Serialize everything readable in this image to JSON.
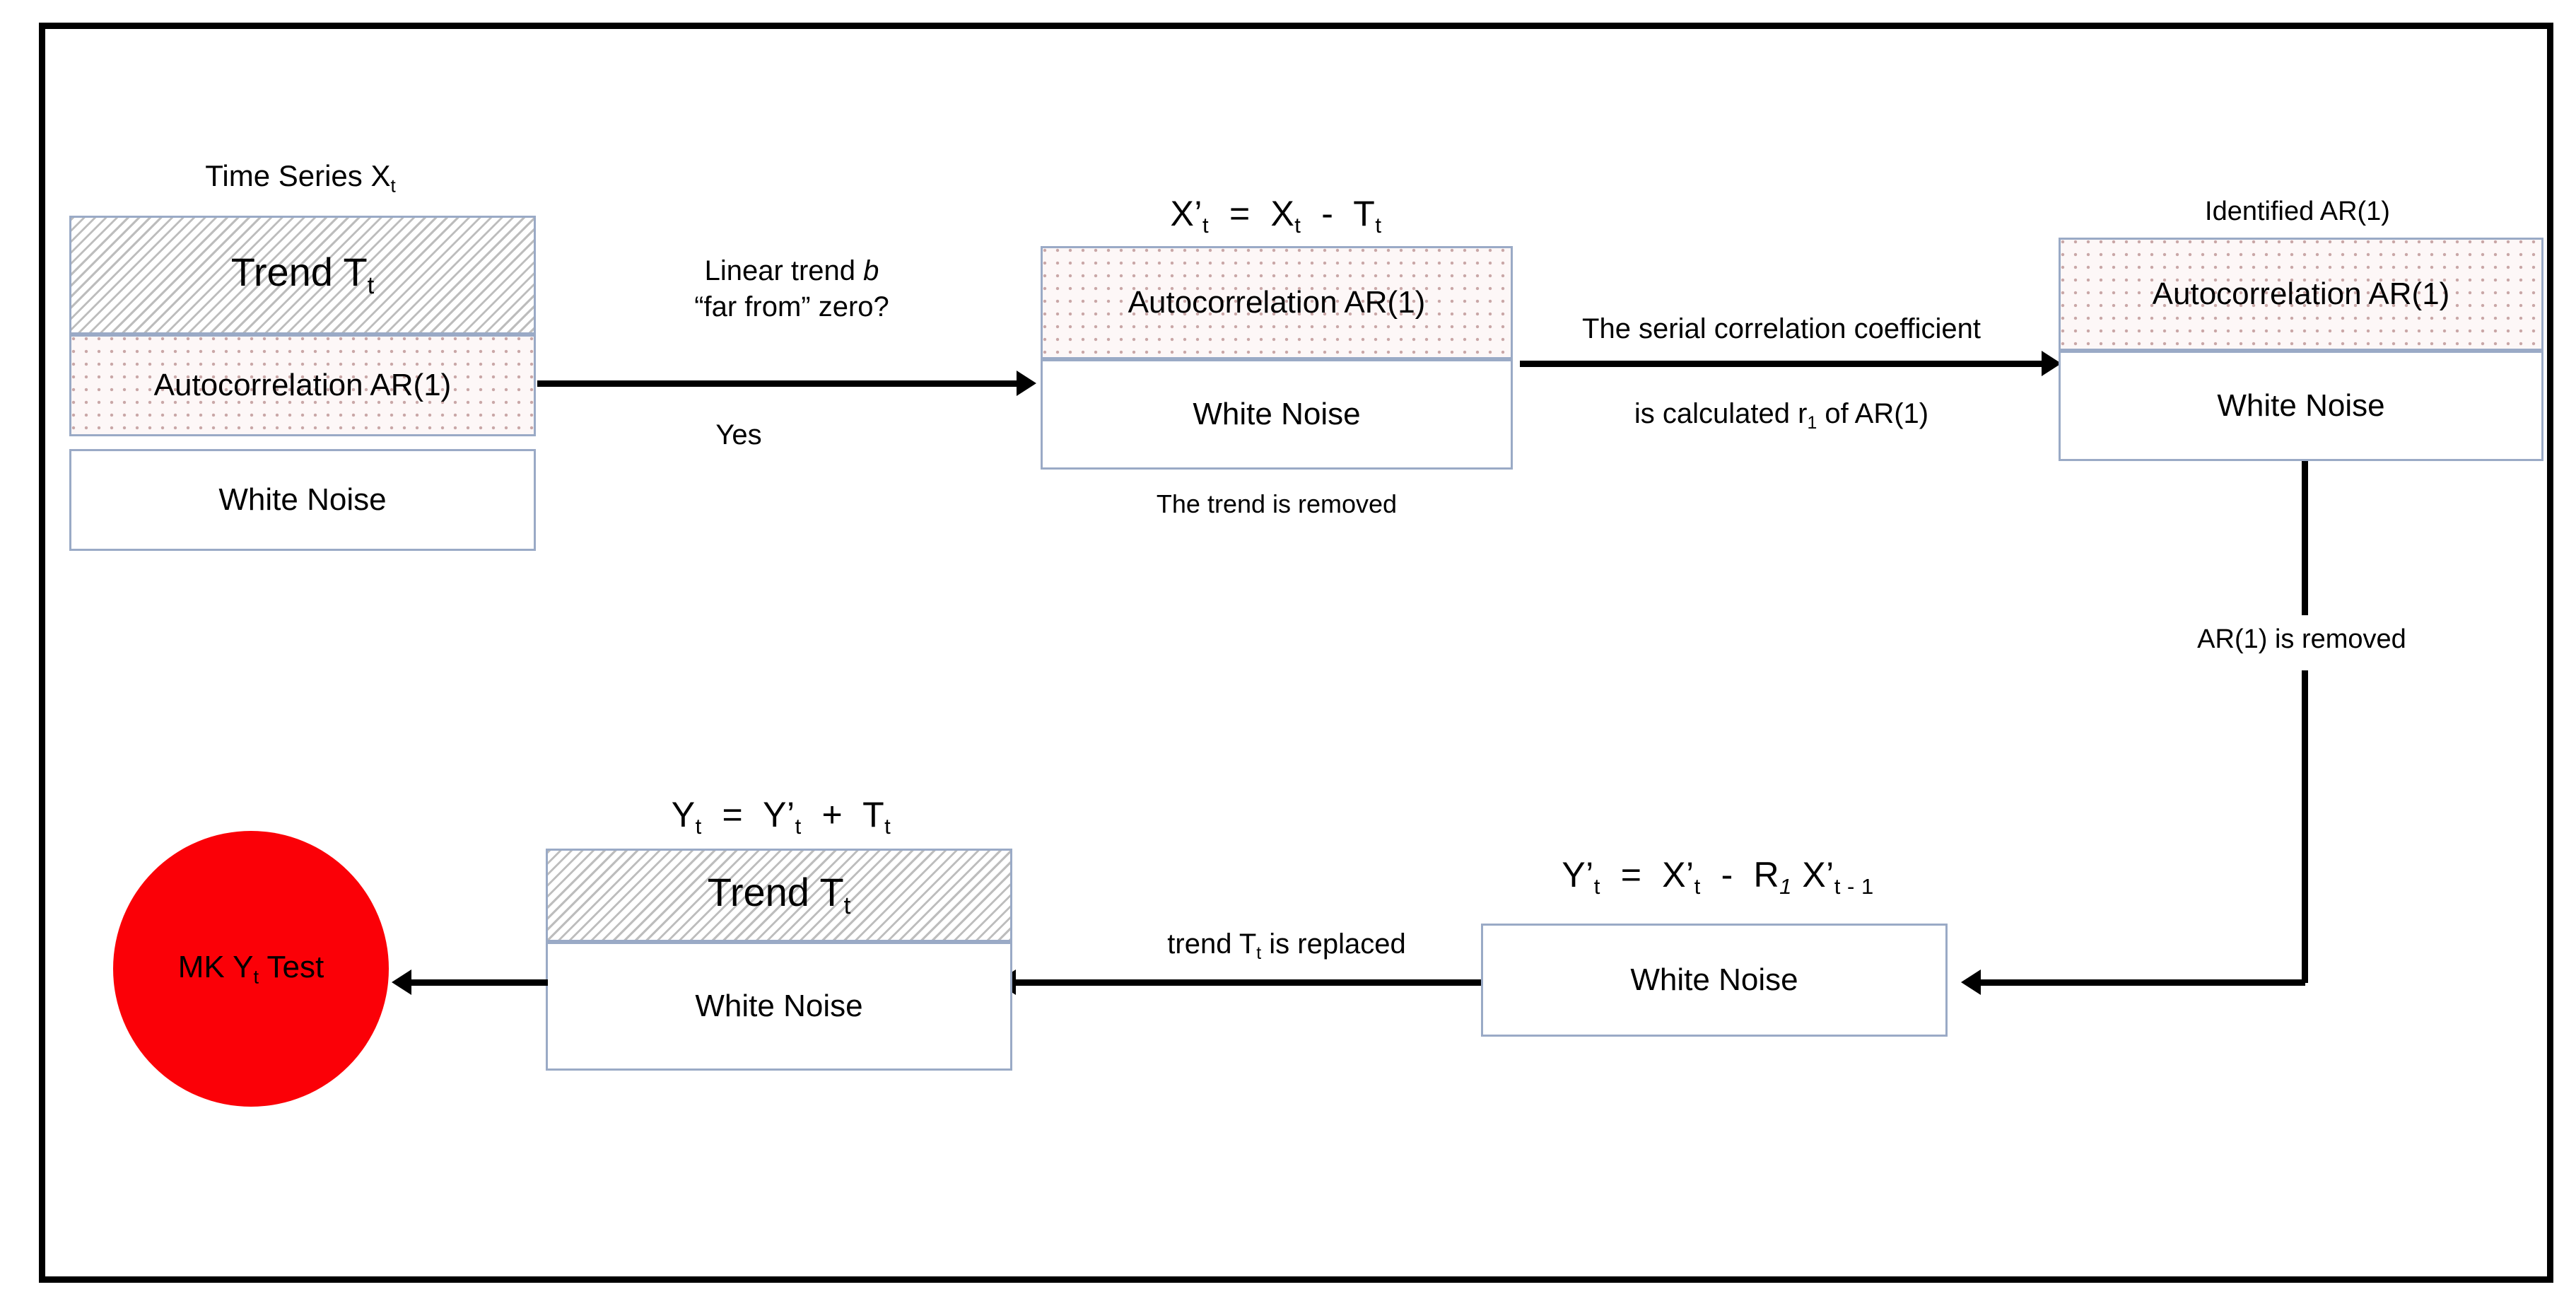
{
  "diagram": {
    "title": "Mann-Kendall trend test pre-whitening workflow",
    "colors": {
      "frame": "#000000",
      "box_border": "#9aaac6",
      "hatch": "#bdbdbd",
      "dots": "#c9a7a7",
      "circle": "#fb0007",
      "arrow": "#000000"
    }
  },
  "stage1": {
    "caption": "Time Series X",
    "caption_sub": "t",
    "layers": [
      {
        "label": "Trend T",
        "sub": "t",
        "fill": "hatch"
      },
      {
        "label": "Autocorrelation AR(1)",
        "sub": "",
        "fill": "dots"
      },
      {
        "label": "White Noise",
        "sub": "",
        "fill": "plain"
      }
    ]
  },
  "arrow1": {
    "above_line1": "Linear trend ",
    "above_line1_italic": "b",
    "above_line2": "“far from” zero?",
    "below": "Yes"
  },
  "stage2": {
    "formula": {
      "lhs": "X’",
      "lhs_sub": "t",
      "eq": "=",
      "a": "X",
      "a_sub": "t",
      "op": "-",
      "b": "T",
      "b_sub": "t"
    },
    "layers": [
      {
        "label": "Autocorrelation AR(1)",
        "sub": "",
        "fill": "dots"
      },
      {
        "label": "White Noise",
        "sub": "",
        "fill": "plain"
      }
    ],
    "footnote": "The trend is removed"
  },
  "arrow2": {
    "above": "The serial correlation coefficient",
    "below_pre": "is calculated r",
    "below_sub": "1",
    "below_post": " of AR(1)"
  },
  "stage3": {
    "caption": "Identified AR(1)",
    "layers": [
      {
        "label": "Autocorrelation AR(1)",
        "sub": "",
        "fill": "dots"
      },
      {
        "label": "White Noise",
        "sub": "",
        "fill": "plain"
      }
    ]
  },
  "arrow3": {
    "label": "AR(1) is removed"
  },
  "stage4": {
    "formula": {
      "lhs": "Y’",
      "lhs_sub": "t",
      "eq": "=",
      "a": "X’",
      "a_sub": "t",
      "op": "-",
      "b": "R",
      "b_sub": "1",
      "c": "X’",
      "c_sub": "t - 1"
    },
    "label": "White Noise"
  },
  "arrow4": {
    "label_pre": "trend T",
    "label_sub": "t",
    "label_post": " is replaced"
  },
  "stage5": {
    "formula": {
      "lhs": "Y",
      "lhs_sub": "t",
      "eq": "=",
      "a": "Y’",
      "a_sub": "t",
      "op": "+",
      "b": "T",
      "b_sub": "t"
    },
    "layers": [
      {
        "label": "Trend T",
        "sub": "t",
        "fill": "hatch"
      },
      {
        "label": "White Noise",
        "sub": "",
        "fill": "plain"
      }
    ]
  },
  "result": {
    "label_pre": "MK  Y",
    "label_sub": "t",
    "label_post": " Test"
  }
}
